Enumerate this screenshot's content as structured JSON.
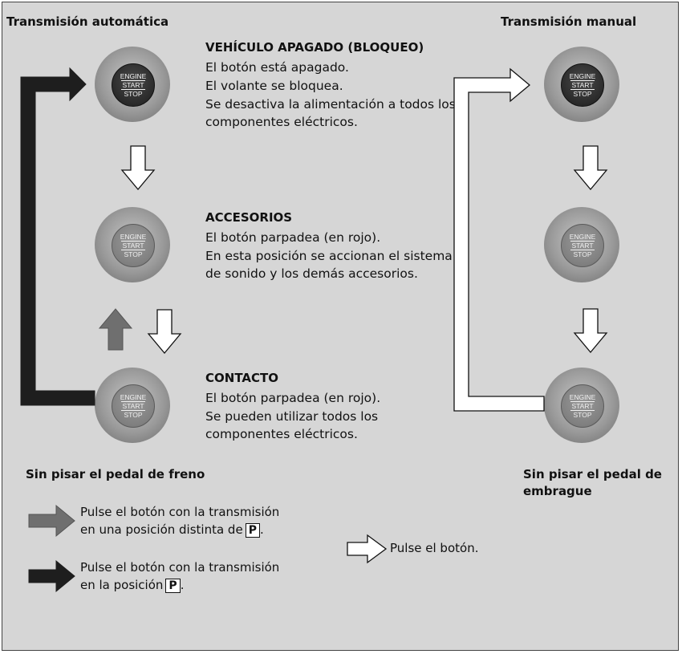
{
  "headers": {
    "left": "Transmisión automática",
    "right": "Transmisión manual"
  },
  "button_text": {
    "line1": "ENGINE",
    "line2": "START",
    "line3": "STOP"
  },
  "states": [
    {
      "title": "VEHÍCULO APAGADO (BLOQUEO)",
      "lines": [
        "El botón está apagado.",
        "El volante se bloquea.",
        "Se desactiva la alimentación a todos los",
        "componentes eléctricos."
      ]
    },
    {
      "title": "ACCESORIOS",
      "lines": [
        "El botón parpadea (en rojo).",
        "En esta posición se accionan el sistema",
        "de sonido y los demás accesorios."
      ]
    },
    {
      "title": "CONTACTO",
      "lines": [
        "El botón parpadea (en rojo).",
        "Se pueden utilizar todos los",
        "componentes eléctricos."
      ]
    }
  ],
  "conditions": {
    "left": "Sin pisar el pedal de freno",
    "right_line1": "Sin pisar el pedal de",
    "right_line2": "embrague"
  },
  "legend": {
    "gray_line1": "Pulse el botón con la transmisión",
    "gray_line2": "en una posición distinta de",
    "black_line1": "Pulse el botón con la transmisión",
    "black_line2": "en la posición",
    "white": "Pulse el botón.",
    "p_key": "P",
    "period": "."
  },
  "colors": {
    "panel": "#d6d6d6",
    "black_arrow": "#1e1e1e",
    "gray_arrow": "#6f6f6f",
    "white_arrow": "#ffffff"
  }
}
